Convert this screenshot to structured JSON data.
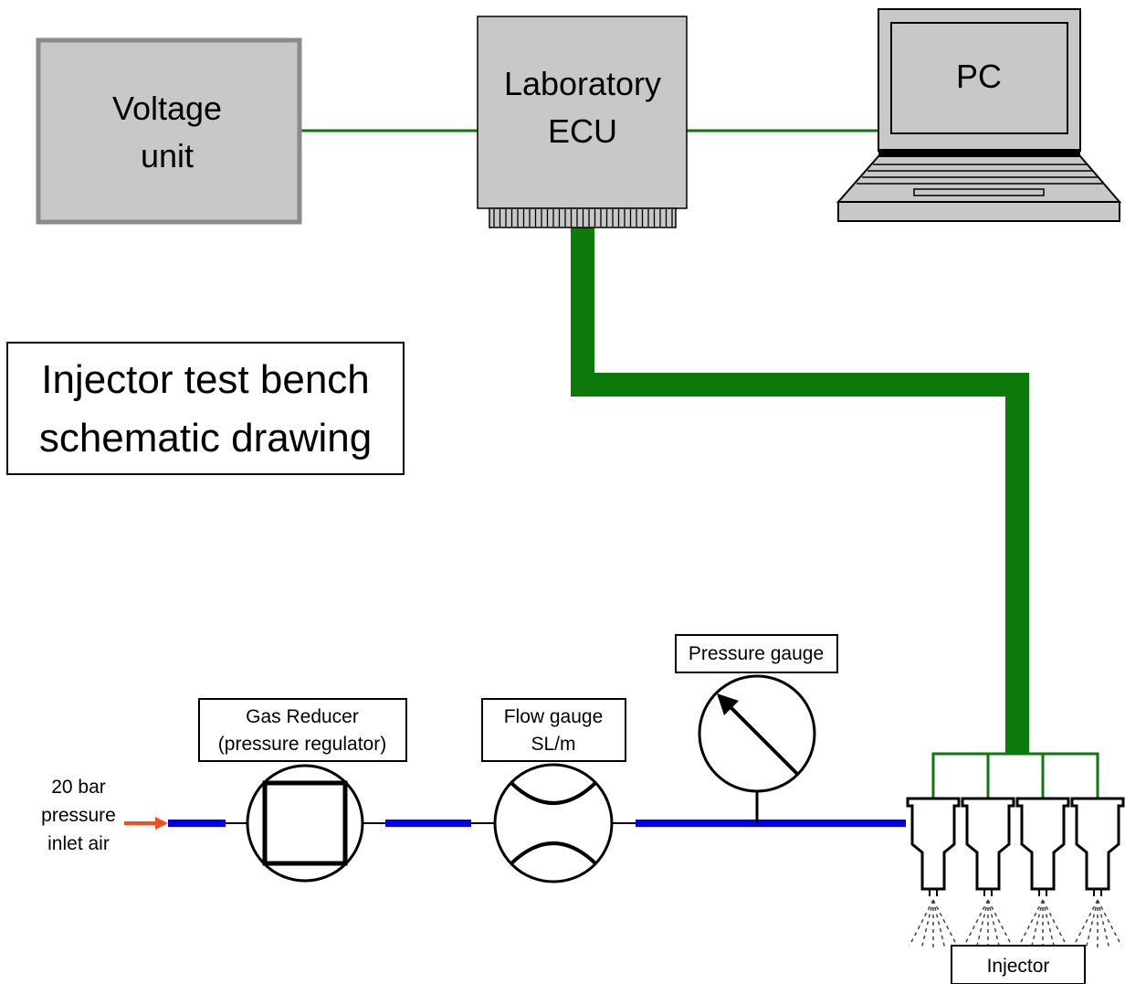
{
  "title": {
    "line1": "Injector test bench",
    "line2": "schematic drawing"
  },
  "components": {
    "voltage_unit": {
      "line1": "Voltage",
      "line2": "unit"
    },
    "ecu": {
      "line1": "Laboratory",
      "line2": "ECU"
    },
    "pc": {
      "label": "PC"
    },
    "inlet": {
      "line1": "20 bar",
      "line2": "pressure",
      "line3": "inlet air"
    },
    "gas_reducer": {
      "line1": "Gas Reducer",
      "line2": "(pressure regulator)"
    },
    "flow_gauge": {
      "line1": "Flow gauge",
      "line2": "SL/m"
    },
    "pressure_gauge": {
      "label": "Pressure gauge"
    },
    "injector": {
      "label": "Injector"
    }
  },
  "colors": {
    "electrical_line": "#0b7a0b",
    "gas_line": "#0000ee",
    "inlet_arrow": "#ff4a1c",
    "box_fill": "#c8c8c8",
    "outline": "#000000"
  }
}
